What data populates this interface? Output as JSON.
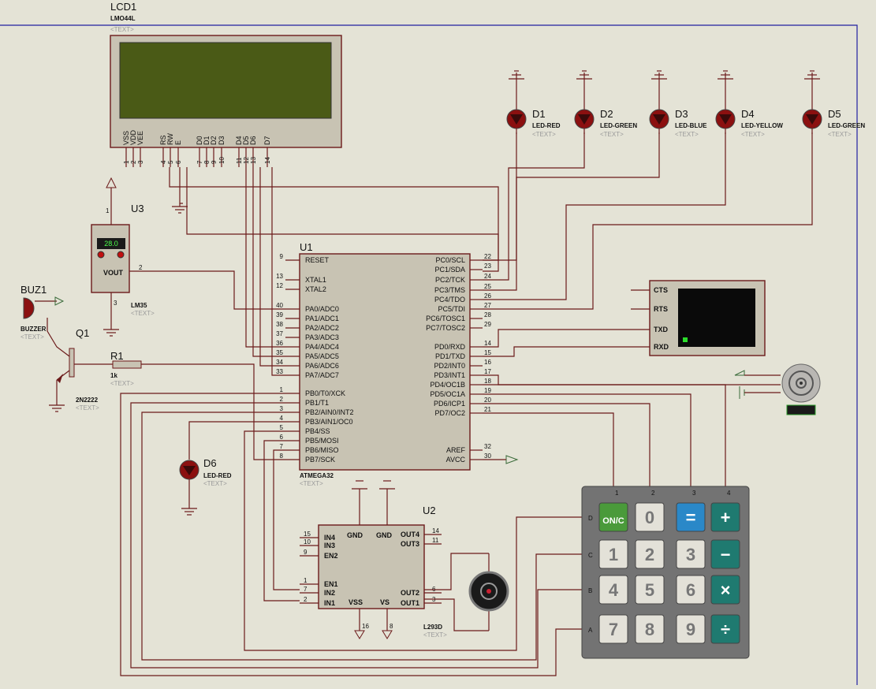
{
  "text_placeholder": "<TEXT>",
  "lcd": {
    "ref": "LCD1",
    "part": "LMO44L",
    "pins": [
      "VSS",
      "VDD",
      "VEE",
      "RS",
      "RW",
      "E",
      "D0",
      "D1",
      "D2",
      "D3",
      "D4",
      "D5",
      "D6",
      "D7"
    ],
    "pin_numbers": [
      "1",
      "2",
      "3",
      "4",
      "5",
      "6",
      "7",
      "8",
      "9",
      "10",
      "11",
      "12",
      "13",
      "14"
    ]
  },
  "u1": {
    "ref": "U1",
    "part": "ATMEGA32",
    "left_pins": [
      {
        "n": "9",
        "name": "RESET"
      },
      {
        "n": "13",
        "name": "XTAL1"
      },
      {
        "n": "12",
        "name": "XTAL2"
      },
      {
        "n": "40",
        "name": "PA0/ADC0"
      },
      {
        "n": "39",
        "name": "PA1/ADC1"
      },
      {
        "n": "38",
        "name": "PA2/ADC2"
      },
      {
        "n": "37",
        "name": "PA3/ADC3"
      },
      {
        "n": "36",
        "name": "PA4/ADC4"
      },
      {
        "n": "35",
        "name": "PA5/ADC5"
      },
      {
        "n": "34",
        "name": "PA6/ADC6"
      },
      {
        "n": "33",
        "name": "PA7/ADC7"
      },
      {
        "n": "1",
        "name": "PB0/T0/XCK"
      },
      {
        "n": "2",
        "name": "PB1/T1"
      },
      {
        "n": "3",
        "name": "PB2/AIN0/INT2"
      },
      {
        "n": "4",
        "name": "PB3/AIN1/OC0"
      },
      {
        "n": "5",
        "name": "PB4/SS"
      },
      {
        "n": "6",
        "name": "PB5/MOSI"
      },
      {
        "n": "7",
        "name": "PB6/MISO"
      },
      {
        "n": "8",
        "name": "PB7/SCK"
      }
    ],
    "right_pins": [
      {
        "n": "22",
        "name": "PC0/SCL"
      },
      {
        "n": "23",
        "name": "PC1/SDA"
      },
      {
        "n": "24",
        "name": "PC2/TCK"
      },
      {
        "n": "25",
        "name": "PC3/TMS"
      },
      {
        "n": "26",
        "name": "PC4/TDO"
      },
      {
        "n": "27",
        "name": "PC5/TDI"
      },
      {
        "n": "28",
        "name": "PC6/TOSC1"
      },
      {
        "n": "29",
        "name": "PC7/TOSC2"
      },
      {
        "n": "14",
        "name": "PD0/RXD"
      },
      {
        "n": "15",
        "name": "PD1/TXD"
      },
      {
        "n": "16",
        "name": "PD2/INT0"
      },
      {
        "n": "17",
        "name": "PD3/INT1"
      },
      {
        "n": "18",
        "name": "PD4/OC1B"
      },
      {
        "n": "19",
        "name": "PD5/OC1A"
      },
      {
        "n": "20",
        "name": "PD6/ICP1"
      },
      {
        "n": "21",
        "name": "PD7/OC2"
      },
      {
        "n": "32",
        "name": "AREF"
      },
      {
        "n": "30",
        "name": "AVCC"
      }
    ]
  },
  "leds": [
    {
      "ref": "D1",
      "part": "LED-RED"
    },
    {
      "ref": "D2",
      "part": "LED-GREEN"
    },
    {
      "ref": "D3",
      "part": "LED-BLUE"
    },
    {
      "ref": "D4",
      "part": "LED-YELLOW"
    },
    {
      "ref": "D5",
      "part": "LED-GREEN"
    },
    {
      "ref": "D6",
      "part": "LED-RED"
    }
  ],
  "u3": {
    "ref": "U3",
    "part": "LM35",
    "display": "28.0",
    "vout": "VOUT",
    "pin1": "1",
    "pin2": "2",
    "pin3": "3"
  },
  "buz": {
    "ref": "BUZ1",
    "part": "BUZZER"
  },
  "q1": {
    "ref": "Q1",
    "part": "2N2222"
  },
  "r1": {
    "ref": "R1",
    "value": "1k"
  },
  "terminal": {
    "pins": [
      "CTS",
      "RTS",
      "TXD",
      "RXD"
    ]
  },
  "u2": {
    "ref": "U2",
    "part": "L293D",
    "labels": {
      "in4": "IN4",
      "in3": "IN3",
      "en2": "EN2",
      "en1": "EN1",
      "in2": "IN2",
      "in1": "IN1",
      "gnd1": "GND",
      "gnd2": "GND",
      "out4": "OUT4",
      "out3": "OUT3",
      "out2": "OUT2",
      "out1": "OUT1",
      "vss": "VSS",
      "vs": "VS"
    },
    "nums": {
      "in4": "15",
      "in3": "10",
      "en2": "9",
      "en1": "1",
      "in2": "7",
      "in1": "2",
      "out4": "14",
      "out3": "11",
      "out2": "6",
      "out1": "3",
      "vss": "16",
      "vs": "8"
    }
  },
  "keypad": {
    "rows": [
      "D",
      "C",
      "B",
      "A"
    ],
    "cols": [
      "1",
      "2",
      "3",
      "4"
    ],
    "keys": [
      [
        "ON/C",
        "0",
        "=",
        "+"
      ],
      [
        "1",
        "2",
        "3",
        "−"
      ],
      [
        "4",
        "5",
        "6",
        "×"
      ],
      [
        "7",
        "8",
        "9",
        "÷"
      ]
    ]
  },
  "colors": {
    "wire": "#6b1a1a",
    "led": "#8b1010",
    "lcd_screen": "#4a5a16",
    "keypad_op": "#1f7a70",
    "keypad_eq": "#2a88c8"
  }
}
